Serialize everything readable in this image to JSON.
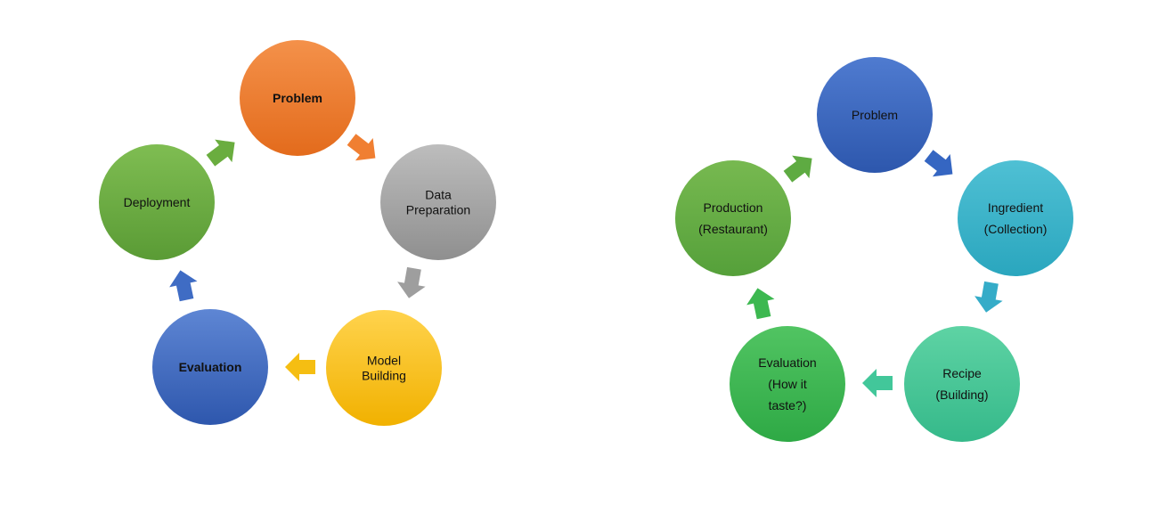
{
  "left_cycle": {
    "nodes": [
      {
        "id": "problem",
        "lines": [
          "Problem"
        ],
        "bold": true,
        "color_top": "#f4914a",
        "color_bottom": "#e36b1c"
      },
      {
        "id": "data-preparation",
        "lines": [
          "Data",
          "Preparation"
        ],
        "bold": false,
        "color_top": "#bdbdbd",
        "color_bottom": "#8f8f8f"
      },
      {
        "id": "model-building",
        "lines": [
          "Model",
          "Building"
        ],
        "bold": false,
        "color_top": "#ffd34d",
        "color_bottom": "#f1b100"
      },
      {
        "id": "evaluation",
        "lines": [
          "Evaluation"
        ],
        "bold": true,
        "color_top": "#5e86d4",
        "color_bottom": "#2e57ad"
      },
      {
        "id": "deployment",
        "lines": [
          "Deployment"
        ],
        "bold": false,
        "color_top": "#7fbd52",
        "color_bottom": "#5a9b35"
      }
    ],
    "arrow_colors": [
      "#f07f32",
      "#9e9e9e",
      "#f5be12",
      "#3f6cc4",
      "#6aad3f"
    ]
  },
  "right_cycle": {
    "nodes": [
      {
        "id": "problem",
        "lines": [
          "Problem"
        ],
        "bold": false,
        "color_top": "#4f7bd0",
        "color_bottom": "#2d57ad"
      },
      {
        "id": "ingredient",
        "lines": [
          "Ingredient",
          "(Collection)"
        ],
        "bold": false,
        "color_top": "#4fc0d4",
        "color_bottom": "#2aa6be"
      },
      {
        "id": "recipe",
        "lines": [
          "Recipe",
          "(Building)"
        ],
        "bold": false,
        "color_top": "#5ed3a4",
        "color_bottom": "#35b98a"
      },
      {
        "id": "evaluation",
        "lines": [
          "Evaluation",
          "(How it",
          "taste?)"
        ],
        "bold": false,
        "color_top": "#51c462",
        "color_bottom": "#2ea945"
      },
      {
        "id": "production",
        "lines": [
          "Production",
          "(Restaurant)"
        ],
        "bold": false,
        "color_top": "#77b950",
        "color_bottom": "#55a03a"
      }
    ],
    "arrow_colors": [
      "#3566c2",
      "#35acc8",
      "#42c79a",
      "#3cb850",
      "#5eab42"
    ]
  }
}
